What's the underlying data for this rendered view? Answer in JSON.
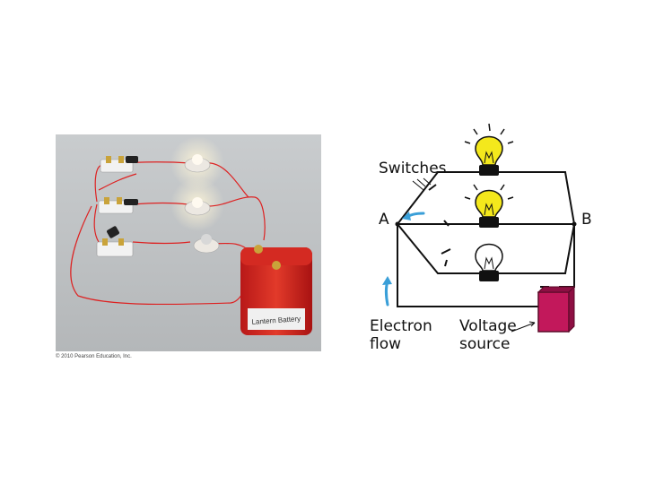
{
  "photo": {
    "credit": "© 2010 Pearson Education, Inc.",
    "battery_label": "Lantern Battery"
  },
  "diagram": {
    "labels": {
      "switches": "Switches",
      "node_a": "A",
      "node_b": "B",
      "electron_flow_line1": "Electron",
      "electron_flow_line2": "flow",
      "voltage_source_line1": "Voltage",
      "voltage_source_line2": "source"
    },
    "colors": {
      "bulb_lit": "#f4e81c",
      "bulb_base": "#111111",
      "battery": "#c2185b",
      "electron_arrow": "#3a9fd8",
      "wire": "#111111"
    }
  }
}
